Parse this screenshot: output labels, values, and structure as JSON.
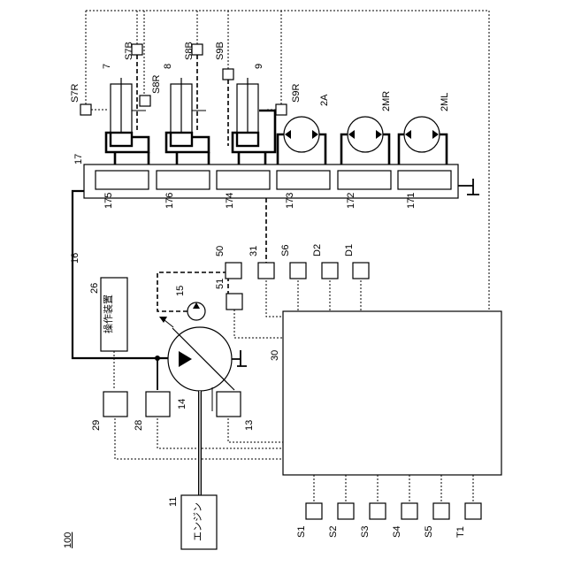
{
  "figure_number": "100",
  "engine": {
    "ref": "11",
    "label": "エンジン"
  },
  "pump": {
    "ref": "14"
  },
  "operation_device": {
    "ref": "26",
    "label": "操作装置"
  },
  "controller": {
    "ref": "30"
  },
  "control_valve": {
    "ref": "17"
  },
  "spools": [
    {
      "ref": "175"
    },
    {
      "ref": "176"
    },
    {
      "ref": "174"
    },
    {
      "ref": "173"
    },
    {
      "ref": "172"
    },
    {
      "ref": "171"
    }
  ],
  "cylinders": [
    {
      "ref": "7",
      "bottom_sensor": "S7B",
      "rod_sensor": "S7R"
    },
    {
      "ref": "8",
      "bottom_sensor": "S8B",
      "rod_sensor": "S8R"
    },
    {
      "ref": "9",
      "bottom_sensor": "S9B",
      "rod_sensor": "S9R"
    }
  ],
  "motors": [
    {
      "ref": "2A"
    },
    {
      "ref": "2MR"
    },
    {
      "ref": "2ML"
    }
  ],
  "top_sensors": [
    {
      "ref": "50"
    },
    {
      "ref": "31"
    },
    {
      "ref": "S6"
    },
    {
      "ref": "D2"
    },
    {
      "ref": "D1"
    }
  ],
  "other_refs": {
    "pilot_line": "16",
    "small_pump": "15",
    "sensor_51": "51"
  },
  "lower_sensors": [
    {
      "ref": "29"
    },
    {
      "ref": "28"
    },
    {
      "ref": "13"
    }
  ],
  "bottom_sensors": [
    {
      "ref": "S1"
    },
    {
      "ref": "S2"
    },
    {
      "ref": "S3"
    },
    {
      "ref": "S4"
    },
    {
      "ref": "S5"
    },
    {
      "ref": "T1"
    }
  ]
}
